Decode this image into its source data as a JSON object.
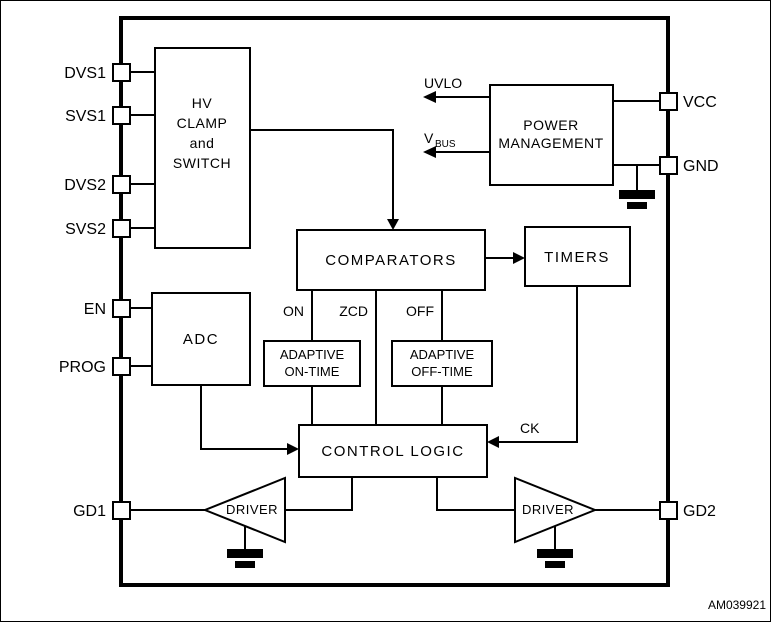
{
  "figure": {
    "code": "AM039921"
  },
  "colors": {
    "line": "#000000",
    "background": "#ffffff",
    "text": "#000000"
  },
  "pins": {
    "left": [
      {
        "label": "DVS1"
      },
      {
        "label": "SVS1"
      },
      {
        "label": "DVS2"
      },
      {
        "label": "SVS2"
      },
      {
        "label": "EN"
      },
      {
        "label": "PROG"
      },
      {
        "label": "GD1"
      }
    ],
    "right": [
      {
        "label": "VCC"
      },
      {
        "label": "GND"
      },
      {
        "label": "GD2"
      }
    ]
  },
  "blocks": {
    "hv_clamp_switch": {
      "line1": "HV",
      "line2": "CLAMP",
      "line3": "and",
      "line4": "SWITCH"
    },
    "power_management": {
      "line1": "POWER",
      "line2": "MANAGEMENT"
    },
    "comparators": {
      "label": "COMPARATORS"
    },
    "timers": {
      "label": "TIMERS"
    },
    "adc": {
      "label": "ADC"
    },
    "adaptive_on_time": {
      "line1": "ADAPTIVE",
      "line2": "ON-TIME"
    },
    "adaptive_off_time": {
      "line1": "ADAPTIVE",
      "line2": "OFF-TIME"
    },
    "control_logic": {
      "label": "CONTROL LOGIC"
    },
    "driver_left": {
      "label": "DRIVER"
    },
    "driver_right": {
      "label": "DRIVER"
    }
  },
  "signals": {
    "uvlo": "UVLO",
    "vbus_base": "V",
    "vbus_sub": "BUS",
    "on": "ON",
    "zcd": "ZCD",
    "off": "OFF",
    "ck": "CK"
  },
  "icons": {
    "ground": "ground-symbol",
    "arrow": "arrowhead-icon"
  }
}
